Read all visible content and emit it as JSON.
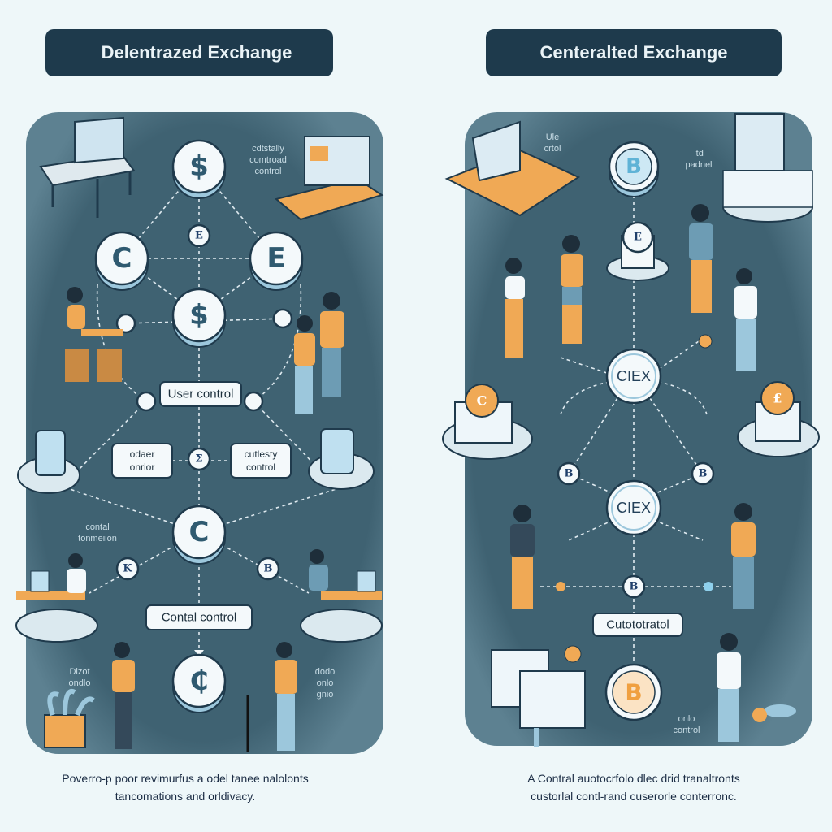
{
  "colors": {
    "background": "#eef7f9",
    "panel": "#3f6272",
    "title_box": "#1e3a4c",
    "node_fill": "#f4f9fb",
    "accent_orange": "#f0a955"
  },
  "left": {
    "title": "Delentrazed Exchange",
    "nodes": {
      "top": "$",
      "left": "C",
      "right": "E",
      "mid_small": "E",
      "center": "$",
      "lower": "C",
      "k": "K",
      "b": "B",
      "sigma": "Σ",
      "bottom": "₵"
    },
    "labels": {
      "user_control": "User control",
      "odaer_line1": "odaer",
      "odaer_line2": "onrior",
      "cutlesty_line1": "cutlesty",
      "cutlesty_line2": "control",
      "central_control": "Contal control"
    },
    "side_notes": {
      "top_right": [
        "cdtstally",
        "comtroad",
        "control"
      ],
      "mid_left": [
        "contal",
        "tonmeiion"
      ],
      "bottom_left": [
        "Dlzot",
        "ondlo"
      ],
      "bottom_right": [
        "dodo",
        "onlo",
        "gnio"
      ]
    },
    "caption": [
      "Poverro-p poor revimurfus a odel tanee nalolonts",
      "tancomations and orldivacy."
    ]
  },
  "right": {
    "title": "Centeralted Exchange",
    "nodes": {
      "top_coin": "B",
      "stack": "E",
      "ciex_top": "CIEX",
      "b_left": "B",
      "b_right": "B",
      "ciex_mid": "CIEX",
      "b_center": "B",
      "bottom_coin": "B",
      "coin_left": "C",
      "coin_right": "£"
    },
    "labels": {
      "custodial": "Cutototratol"
    },
    "side_notes": {
      "top_left": [
        "Ule",
        "crtol"
      ],
      "top_right": [
        "ltd",
        "padnel"
      ],
      "bottom_right": [
        "onlo",
        "control"
      ]
    },
    "caption": [
      "A Contral auotocrfolo dlec drid tranaltronts",
      "custorlal contl-rand cuserorle conterronc."
    ]
  }
}
